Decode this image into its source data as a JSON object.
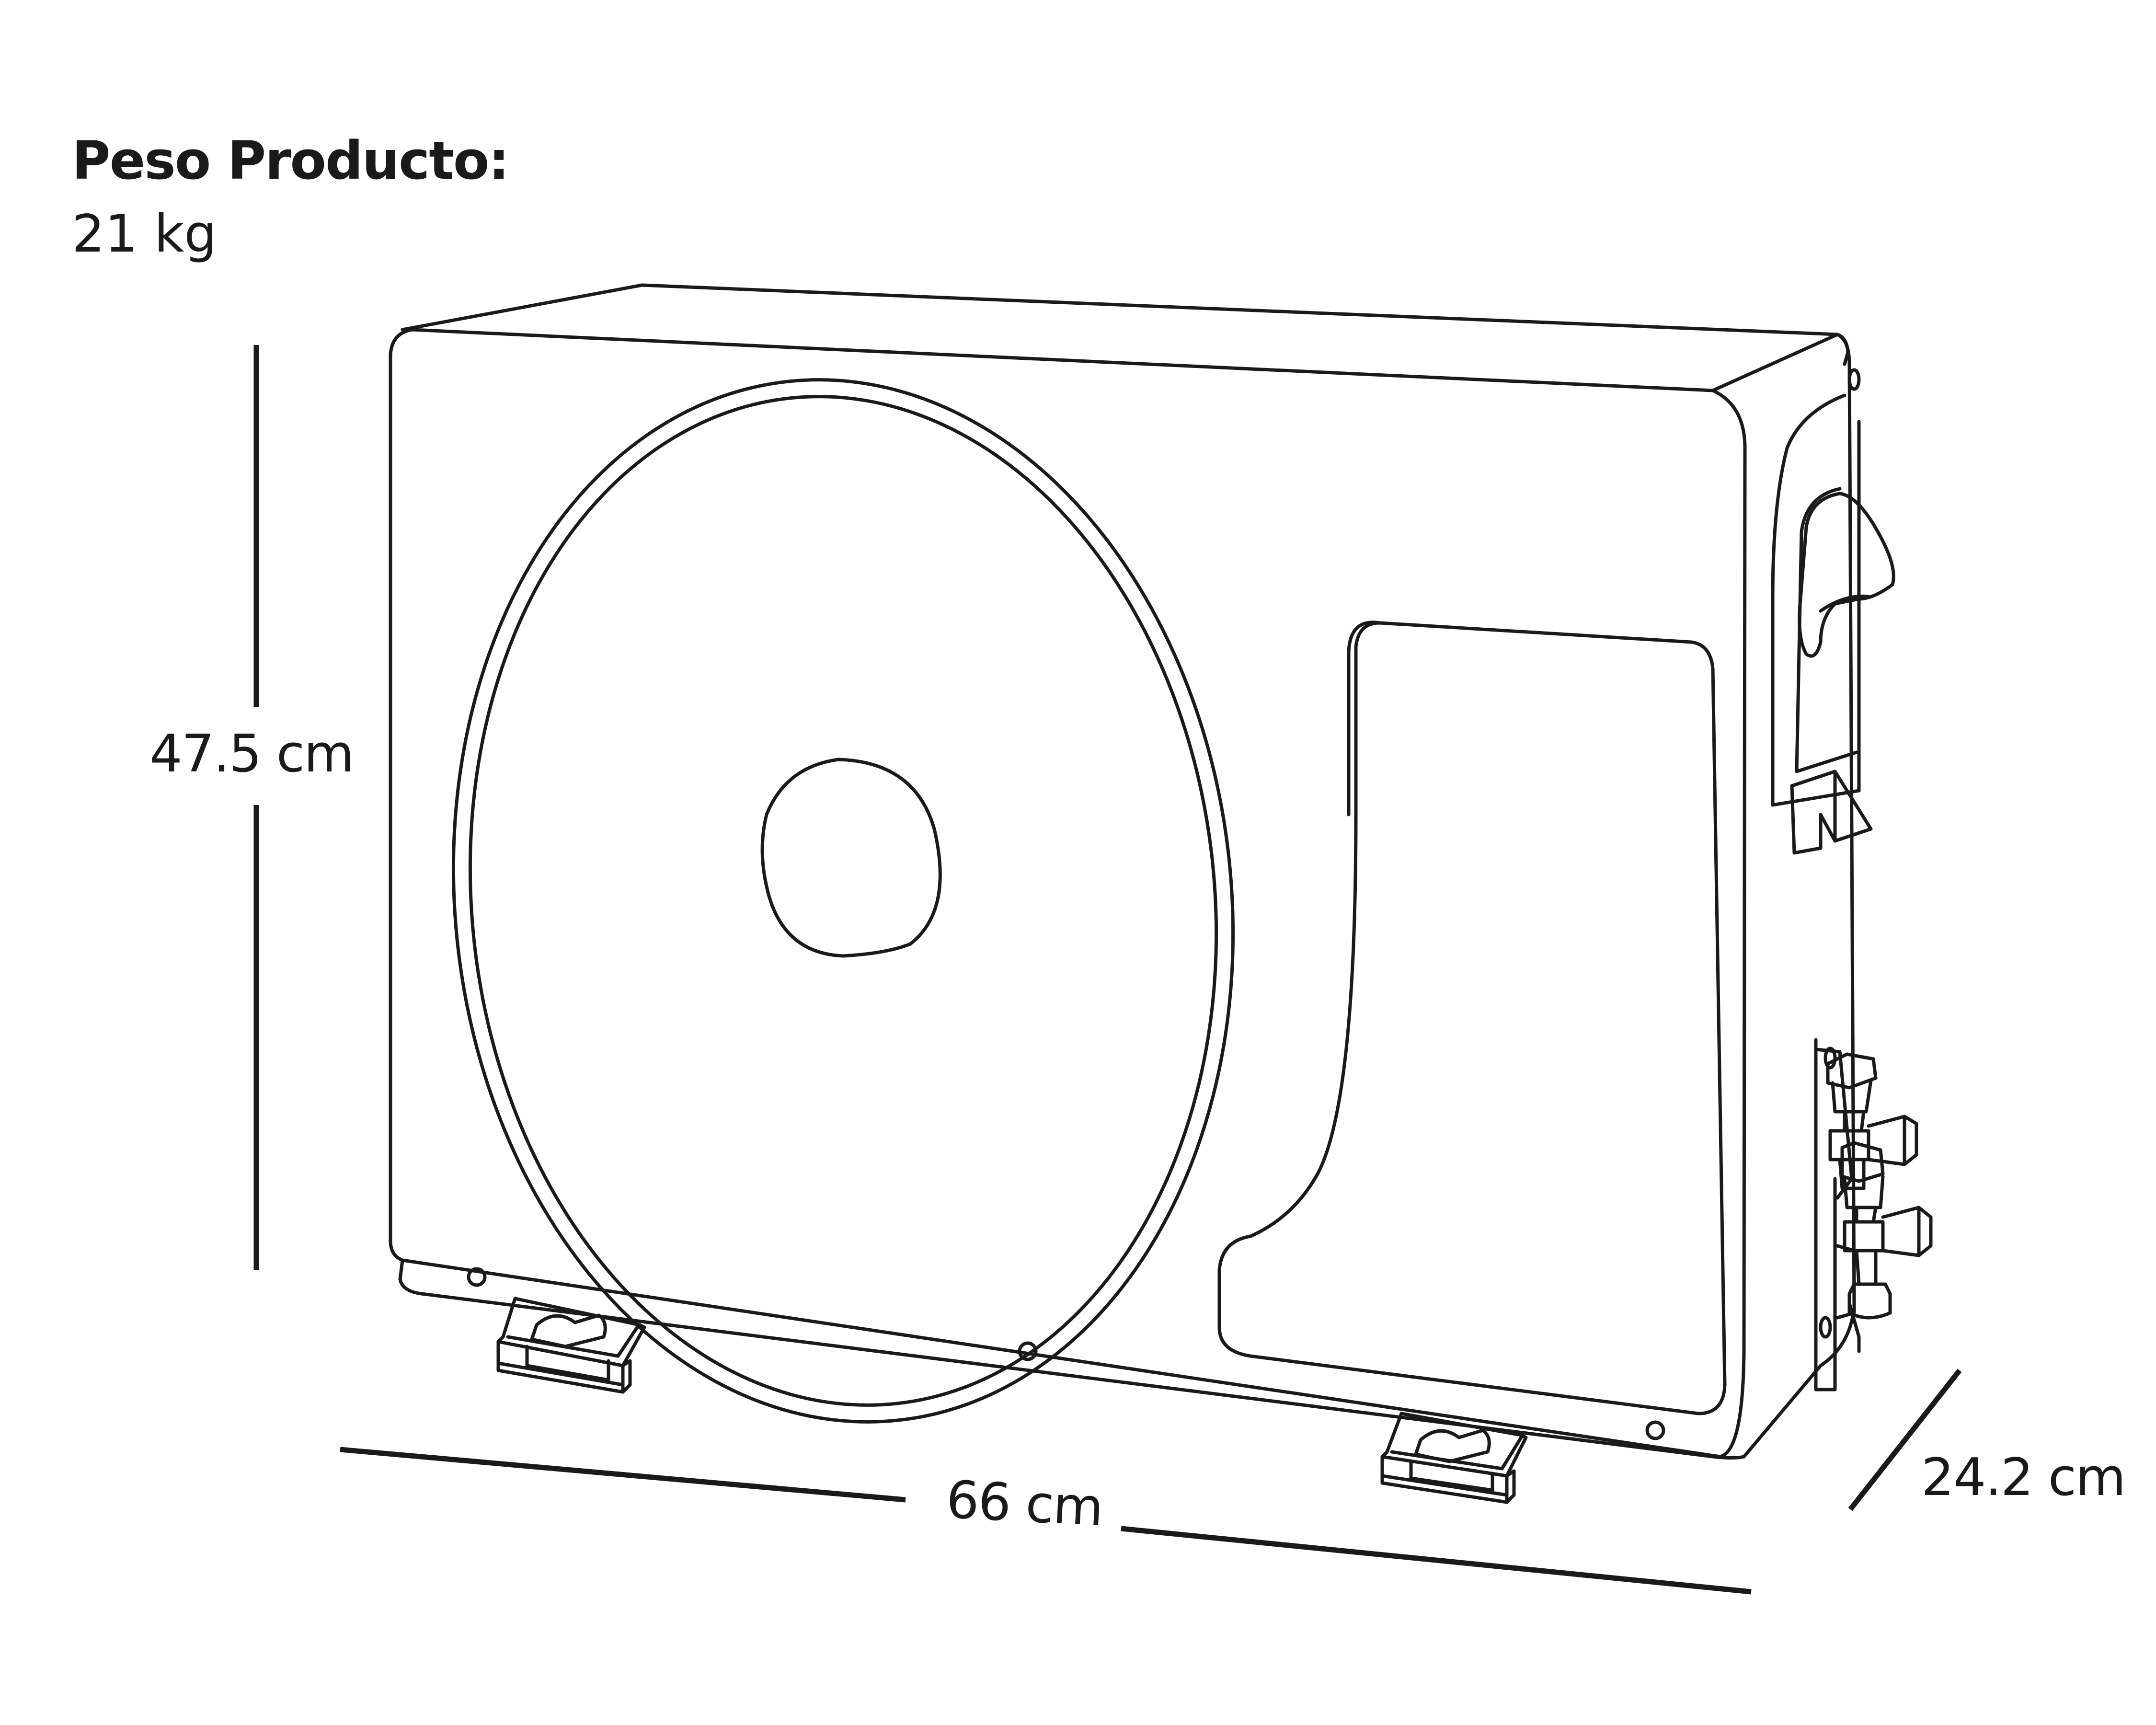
{
  "product": {
    "weight_title": "Peso Producto:",
    "weight_value": "21 kg"
  },
  "dimensions": {
    "height": "47.5 cm",
    "width": "66 cm",
    "depth": "24.2 cm"
  },
  "colors": {
    "line": "#1a1a1a",
    "background": "#ffffff"
  }
}
